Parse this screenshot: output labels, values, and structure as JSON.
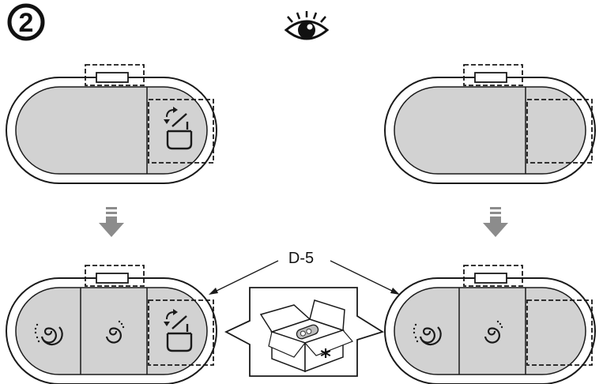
{
  "step_number": "2",
  "callout_label": "D-5",
  "package_mark": "*",
  "icons": {
    "view": "eye-icon",
    "lid_open_close": "lid-open-close-icon",
    "swirl": "swirl-icon",
    "swirl_strong": "swirl-strong-icon",
    "arrow": "down-arrow-icon",
    "package": "open-box-icon"
  },
  "colors": {
    "panel_fill": "#d2d2d2",
    "outline": "#1a1a1a",
    "arrow": "#8c8c8c"
  },
  "panels": {
    "top_left": {
      "buttons": [
        "lid"
      ]
    },
    "top_right": {
      "buttons": [
        "blank"
      ]
    },
    "bottom_left": {
      "buttons": [
        "swirl-strong",
        "swirl",
        "lid"
      ]
    },
    "bottom_right": {
      "buttons": [
        "swirl-strong",
        "swirl",
        "blank"
      ]
    }
  }
}
